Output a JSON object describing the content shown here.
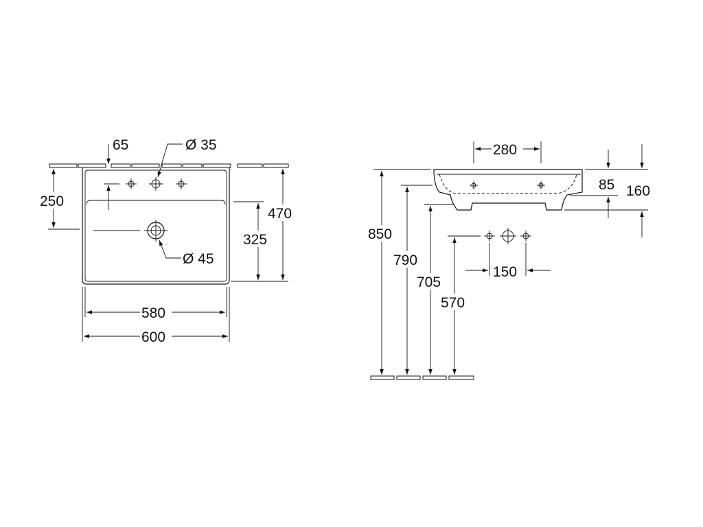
{
  "top_view": {
    "tap_offset": "65",
    "tap_hole": "Ø 35",
    "depth_to_tap": "250",
    "overall_depth": "470",
    "bowl_depth": "325",
    "drain_hole": "Ø 45",
    "inner_width": "580",
    "overall_width": "600"
  },
  "side_view": {
    "fixing_spacing": "280",
    "rim_height": "85",
    "total_height": "160",
    "height_rim": "850",
    "height_fixing": "790",
    "height_bottom": "705",
    "height_supply": "570",
    "supply_spacing": "150"
  }
}
